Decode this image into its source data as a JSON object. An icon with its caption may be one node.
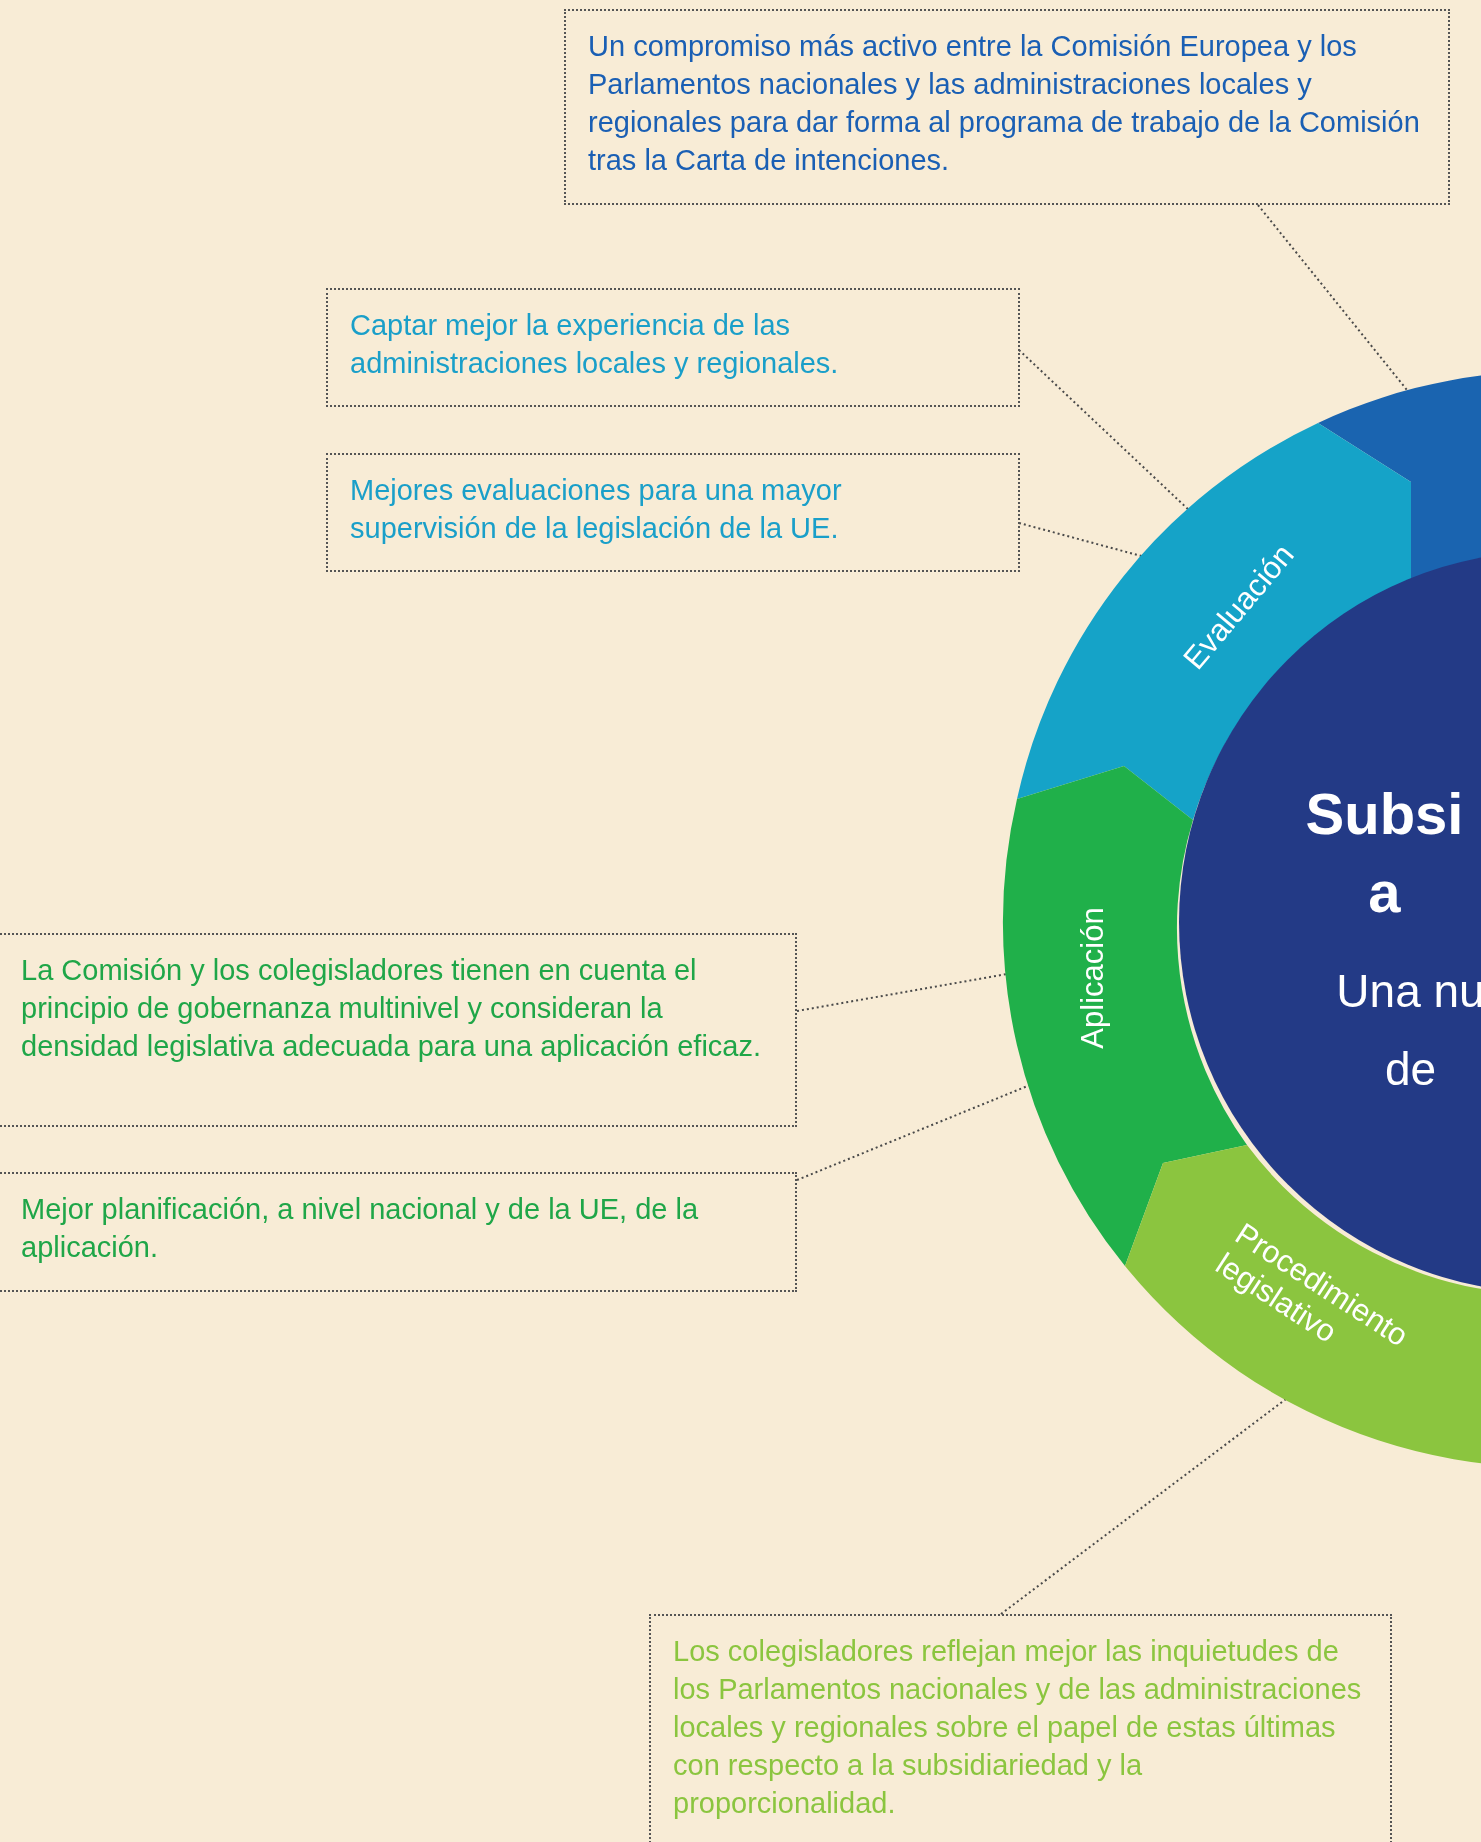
{
  "diagram": {
    "nodes": [
      {
        "text": [
          "Un compromiso más activo entre la Comisión Europea y los Parlamentos nacionales y las administraciones locales y regionales para dar forma al programa de trabajo de la Comisión tras la Carta de intenciones."
        ]
      },
      {
        "text": [
          "Captar mejor la experiencia de las administraciones locales y regionales."
        ]
      },
      {
        "text": [
          "Mejores evaluaciones para una mayor supervisión de la legislación de la UE."
        ]
      },
      {
        "text": [
          "La Comisión y los colegisladores tienen en cuenta el principio de gobernanza multinivel y consideran la densidad legislativa adecuada para una aplicación eficaz."
        ]
      },
      {
        "text": [
          "Mejor planificación, a nivel nacional y de la UE, de la aplicación."
        ]
      },
      {
        "text": [
          "Los colegisladores reflejan mejor las inquietudes de los Parlamentos nacionales y de las administraciones locales y regionales sobre el papel de estas últimas con respecto a la subsidiariedad y la proporcionalidad."
        ]
      },
      {
        "text": [],
        "shape": "arc"
      },
      {
        "text": [
          "Evaluación"
        ]
      },
      {
        "text": [
          "Aplicación"
        ]
      },
      {
        "text": [
          "Procedimiento legislativo"
        ]
      },
      {
        "text": [
          "Subsi a",
          "Una nu de"
        ]
      }
    ],
    "edges": [
      {
        "from": 0,
        "to": 6,
        "arrow": "none",
        "style": "dashed"
      },
      {
        "from": 1,
        "to": 7,
        "arrow": "none",
        "style": "dashed"
      },
      {
        "from": 2,
        "to": 7,
        "arrow": "none",
        "style": "dashed"
      },
      {
        "from": 3,
        "to": 8,
        "arrow": "none",
        "style": "dashed"
      },
      {
        "from": 4,
        "to": 8,
        "arrow": "none",
        "style": "dashed"
      },
      {
        "from": 5,
        "to": 9,
        "arrow": "none",
        "style": "dashed"
      }
    ]
  }
}
